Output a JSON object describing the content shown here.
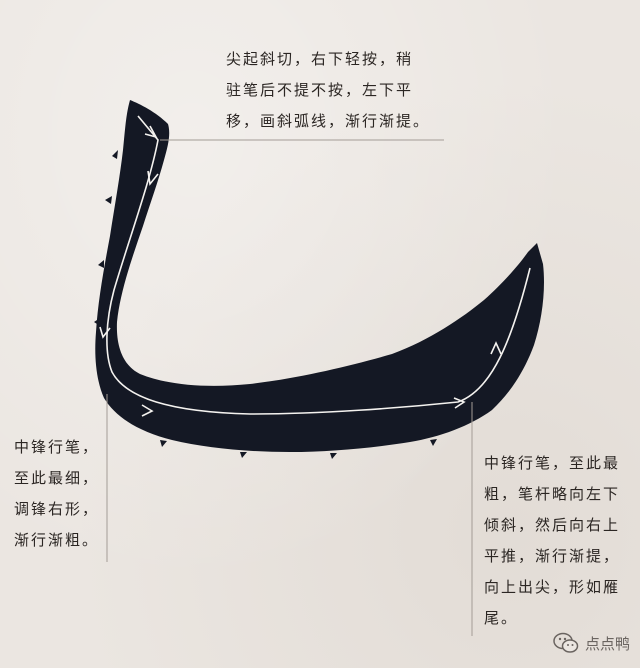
{
  "notes": {
    "top": "尖起斜切，右下轻按，稍\n驻笔后不提不按，左下平\n移，画斜弧线，渐行渐提。",
    "left": "中锋行笔，\n至此最细，\n调锋右形，\n渐行渐粗。",
    "right": "中锋行笔，至此最\n粗，笔杆略向左下\n倾斜，然后向右上\n平推，渐行渐提，\n向上出尖，形如雁\n尾。"
  },
  "watermark": {
    "label": "点点鸭",
    "icon": "wechat-icon"
  },
  "colors": {
    "background": "#ebe6e1",
    "ink": "#141824",
    "guide": "#9b9590",
    "arrow": "#f4f2ef"
  }
}
